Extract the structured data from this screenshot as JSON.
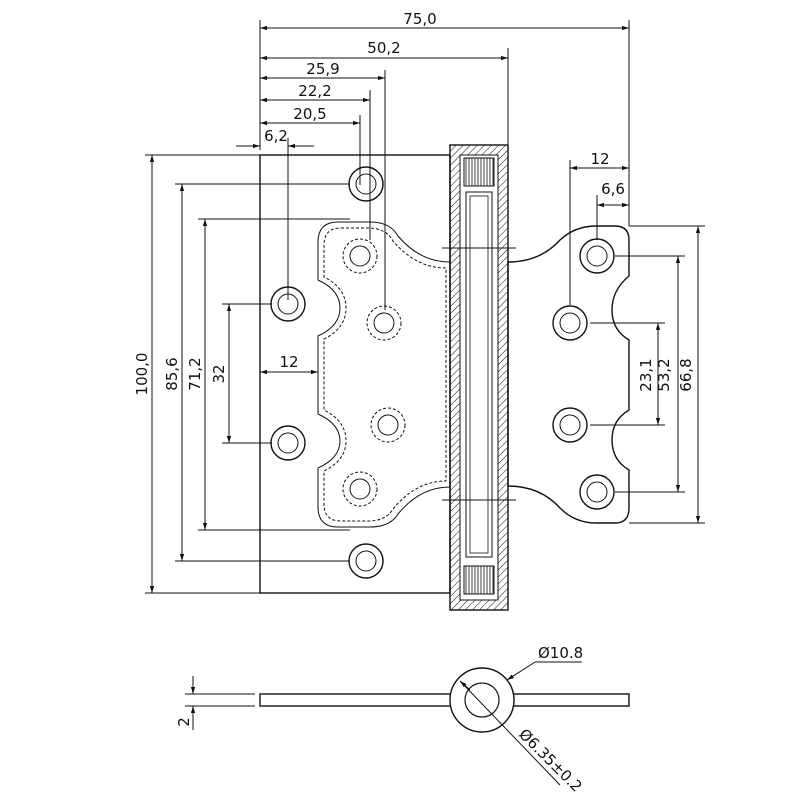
{
  "drawing": {
    "type": "technical drawing of a butterfly door hinge",
    "line_color": "#111111",
    "background": "#ffffff"
  },
  "dimensions": {
    "overall_width": "75,0",
    "width_50_2": "50,2",
    "width_25_9": "25,9",
    "width_22_2": "22,2",
    "width_20_5": "20,5",
    "offset_6_2": "6,2",
    "right_12": "12",
    "right_6_6": "6,6",
    "inner_12": "12",
    "height_100": "100,0",
    "height_85_6": "85,6",
    "height_71_2": "71,2",
    "height_32": "32",
    "right_23_1": "23,1",
    "right_53_2": "53,2",
    "right_66_8": "66,8",
    "thickness_2": "2",
    "hole_diameter": "Ø10.8",
    "pin_diameter": "Ø6.35±0.2"
  }
}
